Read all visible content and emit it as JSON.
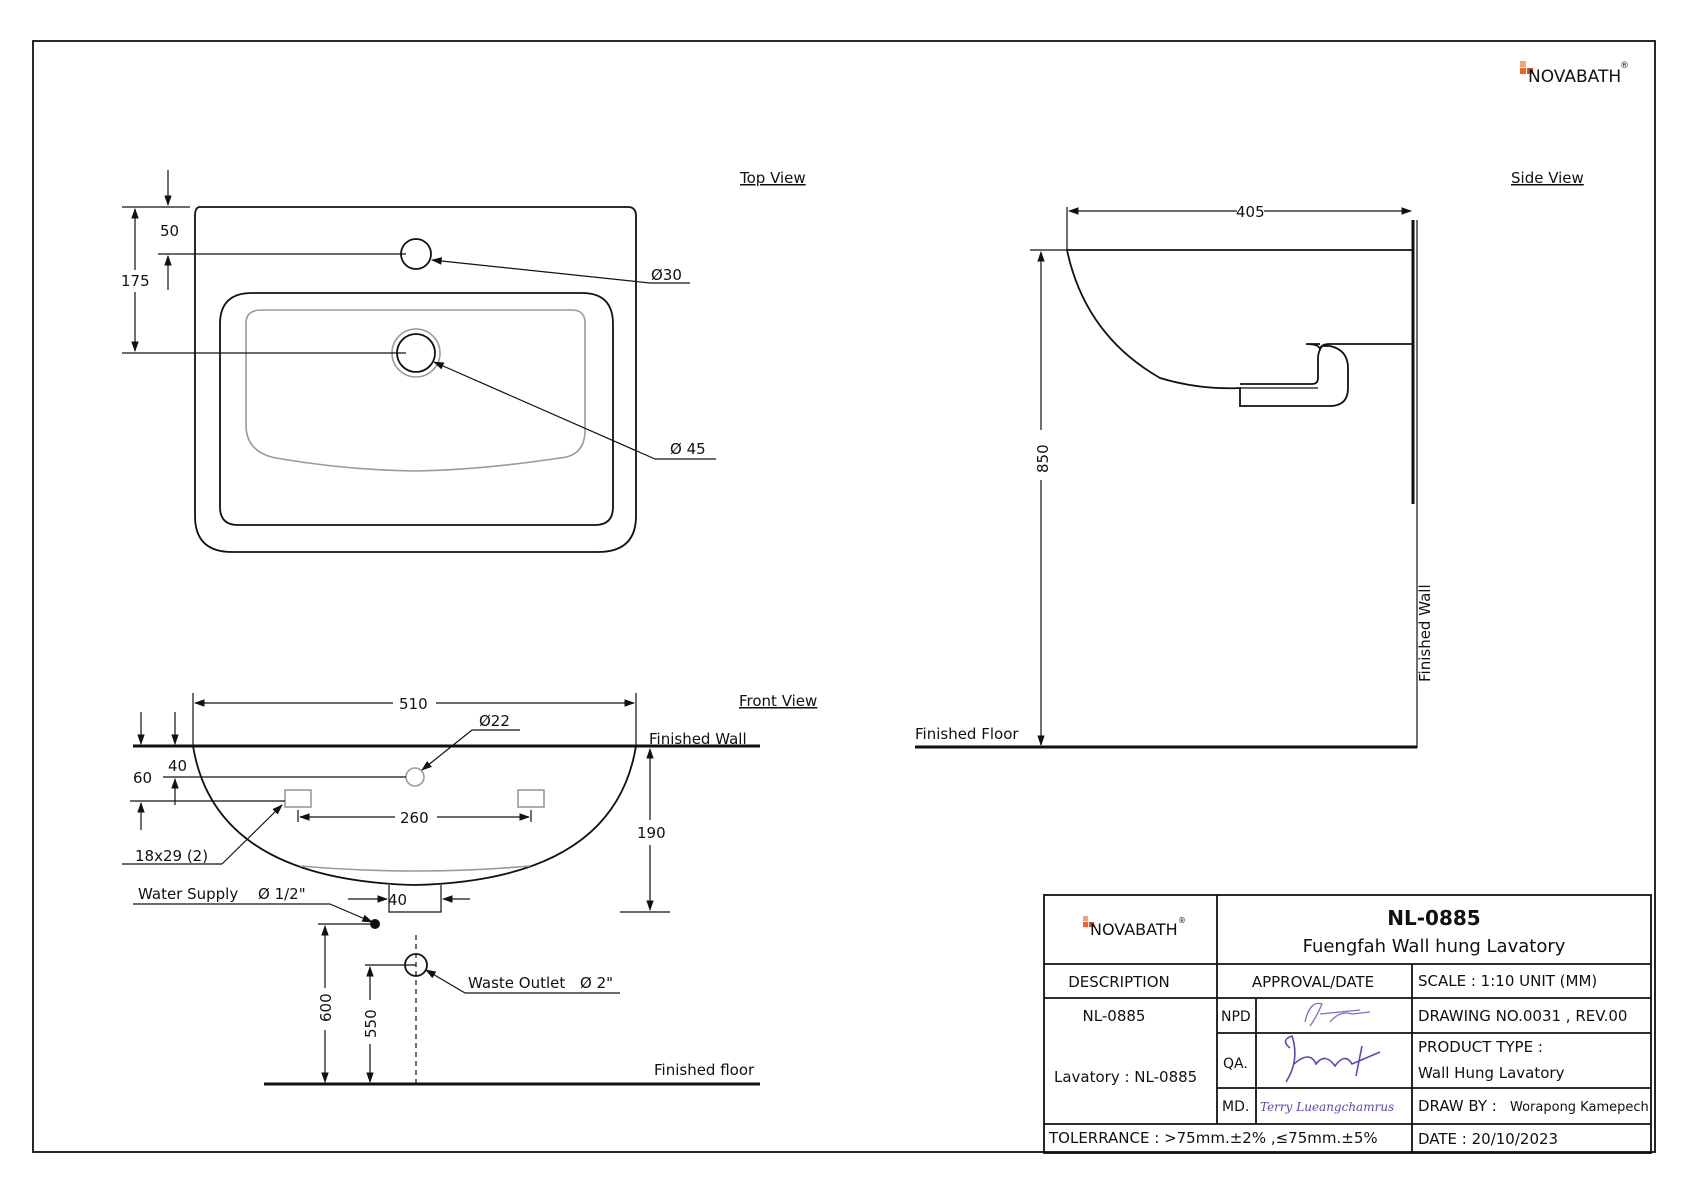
{
  "brand": {
    "name": "NOVABATH",
    "reg": "®",
    "colors": {
      "orange": "#f0642a",
      "orange_light": "#f7a072",
      "orange_dark": "#d44e1a"
    }
  },
  "views": {
    "top": "Top View",
    "side": "Side View",
    "front": "Front View"
  },
  "top_view": {
    "dim_50": "50",
    "dim_175": "175",
    "dia_30": "Ø30",
    "dia_45": "Ø 45"
  },
  "side_view": {
    "dim_405": "405",
    "dim_850": "850",
    "finished_wall": "Finished Wall",
    "finished_floor": "Finished Floor"
  },
  "front_view": {
    "dim_510": "510",
    "dia_22": "Ø22",
    "finished_wall": "Finished Wall",
    "dim_40": "40",
    "dim_60": "60",
    "dim_260": "260",
    "dim_190": "190",
    "slot": "18x29 (2)",
    "water_supply": "Water Supply",
    "water_supply_size": "Ø 1/2\"",
    "dim_40b": "40",
    "waste_outlet": "Waste Outlet",
    "waste_outlet_size": "Ø 2\"",
    "dim_600": "600",
    "dim_550": "550",
    "finished_floor": "Finished floor"
  },
  "title_block": {
    "model": "NL-0885",
    "product_name": "Fuengfah Wall hung Lavatory",
    "description_header": "DESCRIPTION",
    "approval_header": "APPROVAL/DATE",
    "scale": "SCALE : 1:10 UNIT (MM)",
    "desc_code": "NL-0885",
    "desc_full": "Lavatory : NL-0885",
    "npd": "NPD",
    "qa": "QA.",
    "md": "MD.",
    "drawing_no": "DRAWING NO.0031 , REV.00",
    "product_type_label": "PRODUCT TYPE :",
    "product_type": "Wall Hung Lavatory",
    "draw_by_label": "DRAW BY :",
    "draw_by": "Worapong Kamepech",
    "md_name": "Terry Lueangchamrus",
    "tolerance": "TOLERRANCE : >75mm.±2% ,≤75mm.±5%",
    "date": "DATE : 20/10/2023"
  }
}
